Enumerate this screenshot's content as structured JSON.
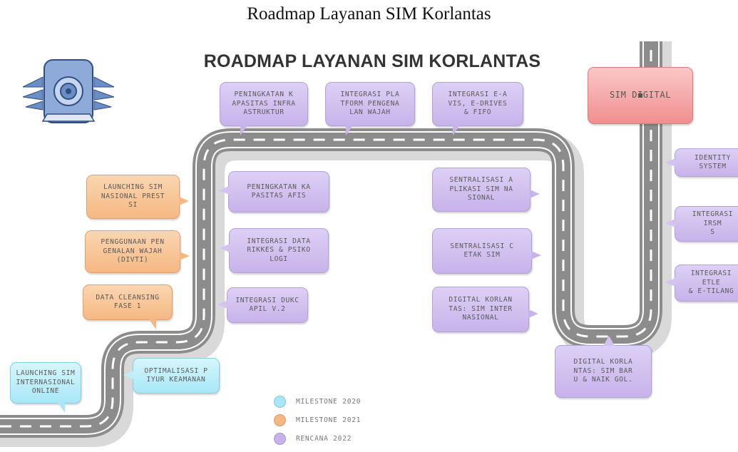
{
  "caption": "Roadmap Layanan SIM Korlantas",
  "title": "ROADMAP LAYANAN SIM KORLANTAS",
  "colors": {
    "milestone_2020": "#a9e7f6",
    "milestone_2021": "#f5b882",
    "rencana_2022": "#c7b3ea",
    "sim_digital": "#f08f8f",
    "road": "#8c8c8c",
    "road_shadow": "#d9d9d9"
  },
  "icons": {
    "logo": "korlantas-emblem-icon"
  },
  "milestones": {
    "launching_sim_internasional": "LAUNCHING SIM\nINTERNASIONAL\nONLINE",
    "optimalisasi": "OPTIMALISASI P\nIYUR KEAMANAN",
    "data_cleansing": "DATA CLEANSING\nFASE 1",
    "integrasi_dukc": "INTEGRASI DUKC\nAPIL V.2",
    "penggunaan": "PENGGUNAAN PEN\nGENALAN WAJAH\n(DIVTI)",
    "integrasi_rikkes": "INTEGRASI DATA\nRIKKES & PSIKO\nLOGI",
    "launching_sim_nasional": "LAUNCHING SIM\nNASIONAL PREST\nSI",
    "peningkatan_afis": "PENINGKATAN KA\nPASITAS AFIS",
    "peningkatan_infra": "PENINGKATAN K\nAPASITAS INFRA\nASTRUKTUR",
    "integrasi_platform": "INTEGRASI PLA\nTFORM PENGENA\nLAN WAJAH",
    "integrasi_evis": "INTEGRASI E-A\nVIS, E-DRIVES\n& FIFO",
    "sentralisasi_aplikasi": "SENTRALISASI A\nPLIKASI SIM NA\nSIONAL",
    "sentralisasi_cetak": "SENTRALISASI C\nETAK SIM",
    "digital_korlantas_inter": "DIGITAL KORLAN\nTAS: SIM INTER\nNASIONAL",
    "digital_korlantas_baru": "DIGITAL KORLA\nNTAS: SIM BAR\nU & NAIK GOL.",
    "sim_digital": "SIM DIGITAL",
    "identity_system": "IDENTITY SYSTEM",
    "integrasi_iiisms": "INTEGRASI IRSM\nS",
    "integrasi_etle": "INTEGRASI ETLE\n& E-TILANG"
  },
  "legend": [
    {
      "label": "MILESTONE 2020",
      "color": "#a9e7f6",
      "border": "#7fc8dc"
    },
    {
      "label": "MILESTONE 2021",
      "color": "#f5b882",
      "border": "#d99a60"
    },
    {
      "label": "RENCANA 2022",
      "color": "#c7b3ea",
      "border": "#a996d2"
    }
  ]
}
